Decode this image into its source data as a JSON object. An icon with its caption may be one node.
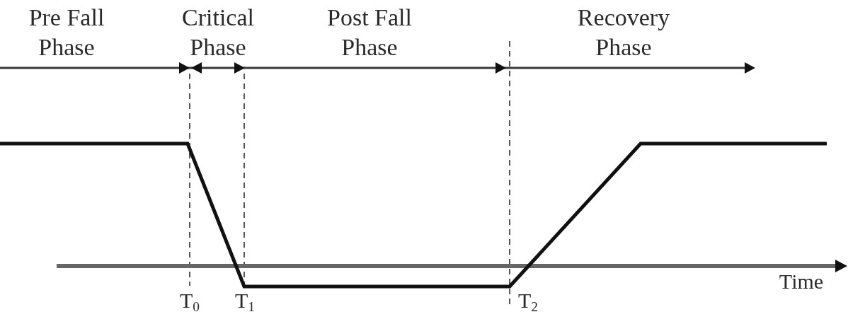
{
  "diagram": {
    "labels": [
      "Pre Fall Phase",
      "Critical Phase",
      "Post Fall Phase",
      "Recovery Phase",
      "Time",
      "T$_{0}$",
      "T$_{1}$",
      "T$_{2}$"
    ]
  }
}
